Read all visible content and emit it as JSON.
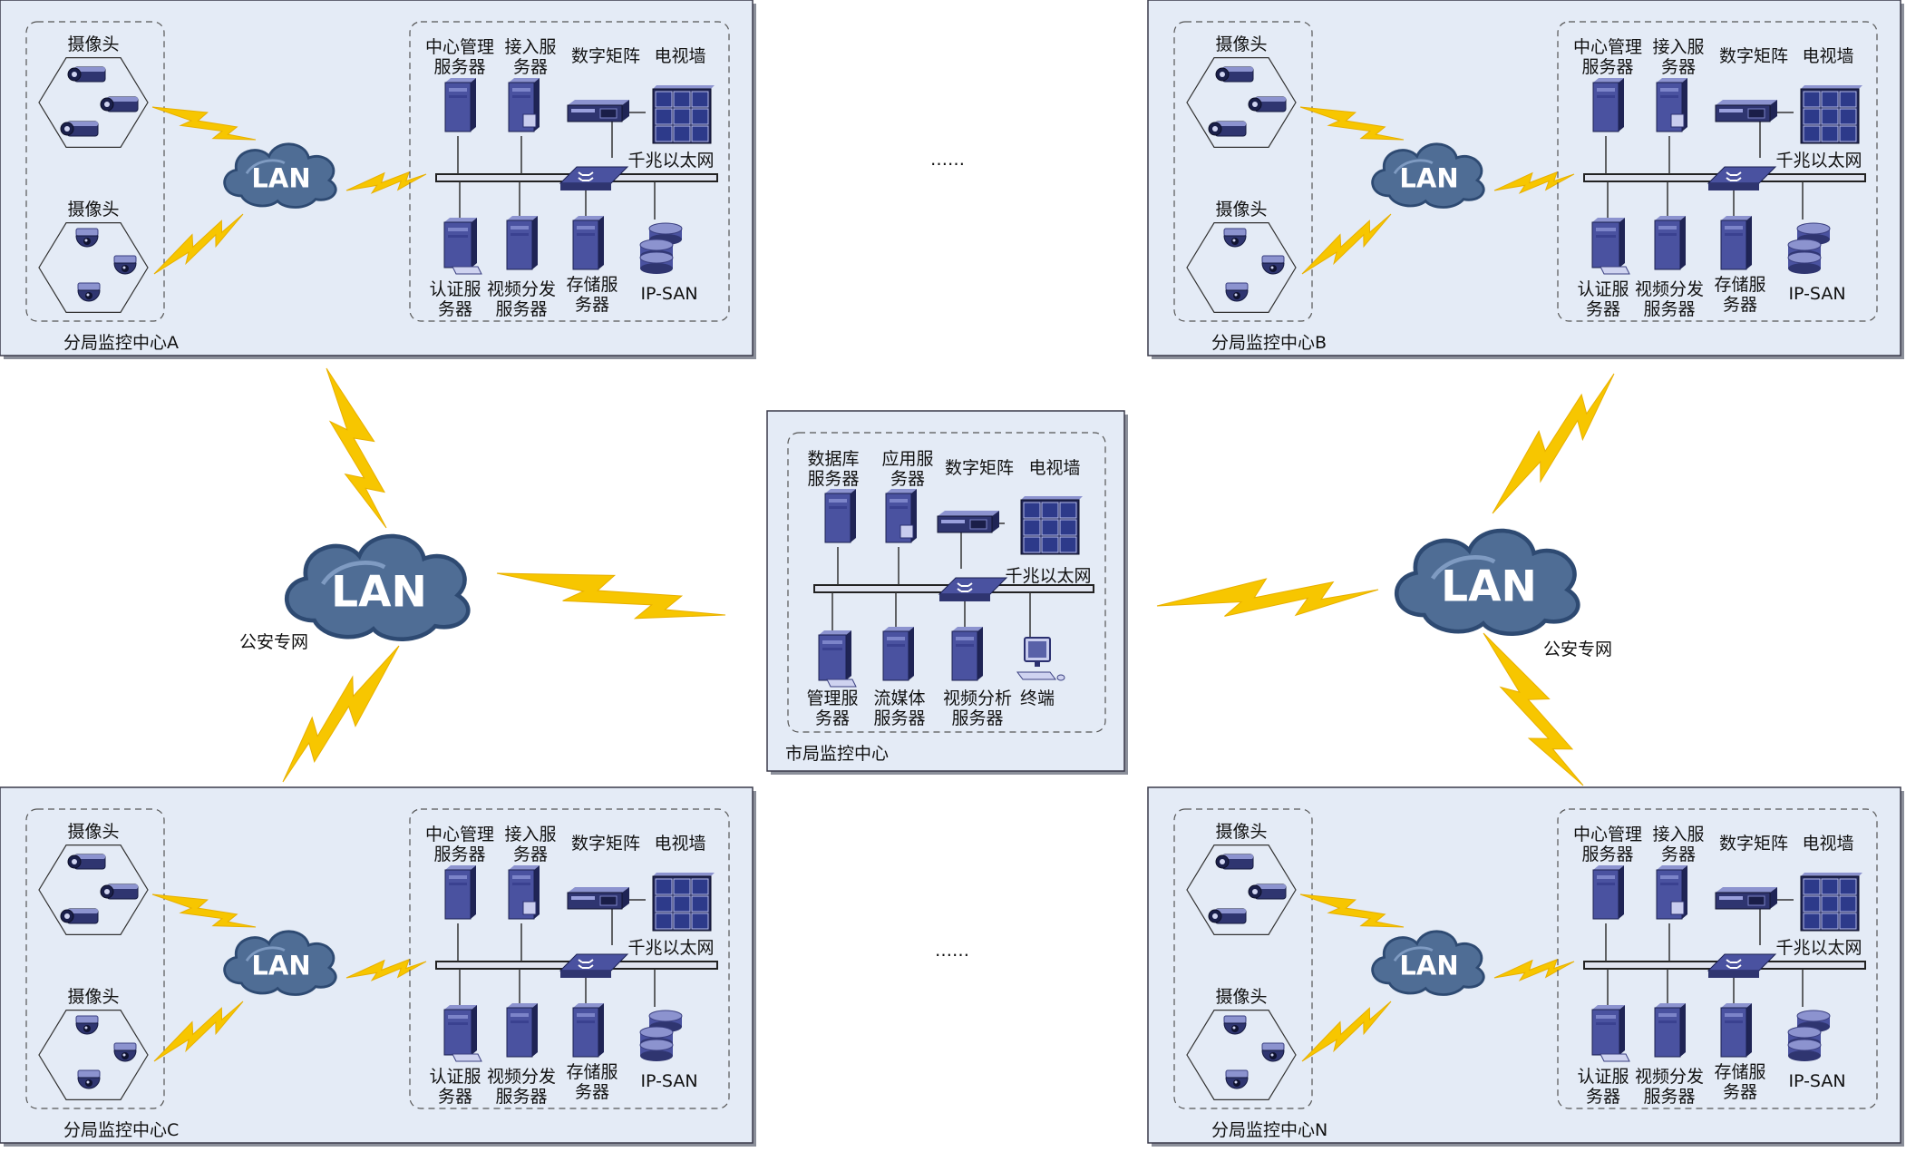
{
  "colors": {
    "panel_fill": "#e4ebf6",
    "panel_border": "#3a3a4a",
    "cloud_fill": "#4f6d95",
    "cloud_edge": "#2e4a72",
    "lightning": "#f7c600",
    "device_dark": "#2f3570",
    "device_mid": "#4a52a0",
    "device_light": "#8c93cf"
  },
  "icons": {
    "camera": "box-camera-icon",
    "dome": "dome-camera-icon",
    "tower": "tower-server-icon",
    "rack": "rack-unit-icon",
    "tvwall": "video-wall-icon",
    "switch": "switch-icon",
    "storage": "storage-disk-icon",
    "monitor": "monitor-terminal-icon",
    "cloud": "cloud-icon",
    "bolt": "lightning-icon"
  },
  "branch_labels": {
    "camera_group": "摄像头",
    "mgmt_server": [
      "中心管理",
      "服务器"
    ],
    "access_server": [
      "接入服",
      "务器"
    ],
    "matrix": "数字矩阵",
    "tv_wall": "电视墙",
    "ethernet": "千兆以太网",
    "auth_server": [
      "认证服",
      "务器"
    ],
    "video_dist": [
      "视频分发",
      "服务器"
    ],
    "storage_server": [
      "存储服",
      "务器"
    ],
    "ipsan": "IP-SAN",
    "lan": "LAN"
  },
  "branches": [
    {
      "name": "分局监控中心A"
    },
    {
      "name": "分局监控中心B"
    },
    {
      "name": "分局监控中心C"
    },
    {
      "name": "分局监控中心N"
    }
  ],
  "center": {
    "name": "市局监控中心",
    "db_server": [
      "数据库",
      "服务器"
    ],
    "app_server": [
      "应用服",
      "务器"
    ],
    "matrix": "数字矩阵",
    "tv_wall": "电视墙",
    "ethernet": "千兆以太网",
    "mgmt_server": [
      "管理服",
      "务器"
    ],
    "stream_server": [
      "流媒体",
      "服务器"
    ],
    "analysis_server": [
      "视频分析",
      "服务器"
    ],
    "terminal": "终端"
  },
  "public_nets": [
    {
      "lan": "LAN",
      "label": "公安专网"
    },
    {
      "lan": "LAN",
      "label": "公安专网"
    }
  ],
  "ellipsis": [
    "……",
    "……"
  ]
}
